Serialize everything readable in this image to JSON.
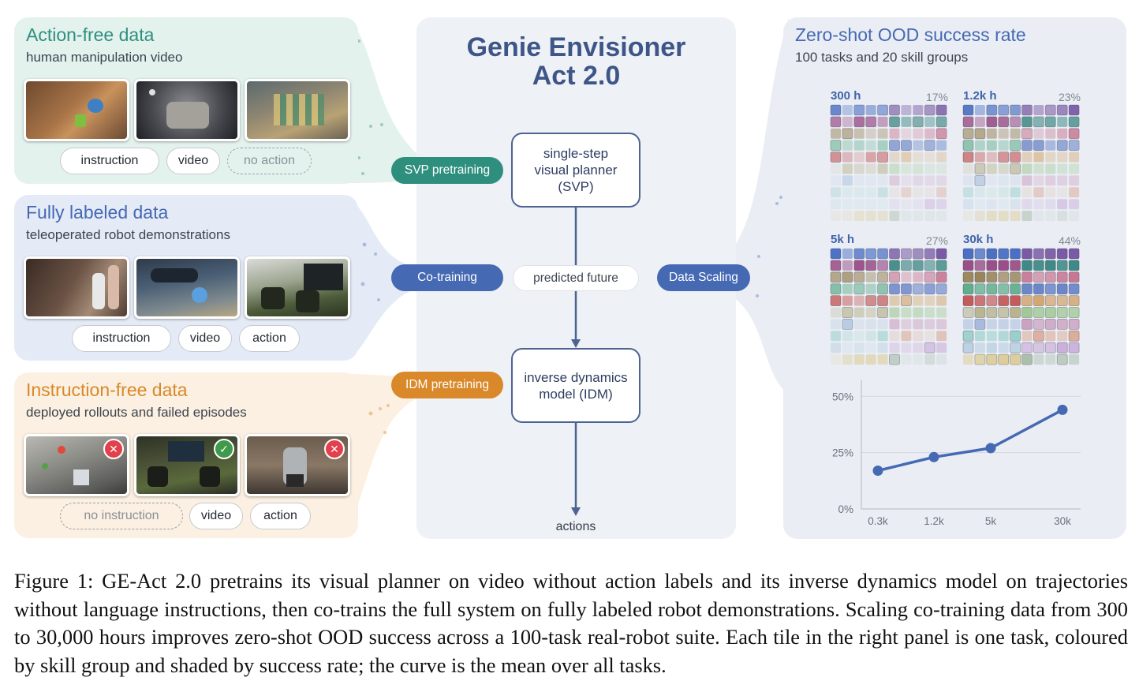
{
  "center": {
    "title_line1": "Genie Envisioner",
    "title_line2": "Act 2.0",
    "svp_lines": [
      "single-step",
      "visual planner",
      "(SVP)"
    ],
    "idm_lines": [
      "inverse dynamics",
      "model (IDM)"
    ],
    "predicted_future": "predicted future",
    "actions": "actions"
  },
  "badges": {
    "svp": "SVP pretraining",
    "cotrain": "Co-training",
    "idm": "IDM pretraining",
    "scaling": "Data Scaling"
  },
  "colors": {
    "green": "#2f8f7f",
    "blue": "#4569b3",
    "orange": "#d9882a",
    "box_border": "#4d6391",
    "fail": "#e2404c",
    "success": "#3f9a4c"
  },
  "panels": [
    {
      "title": "Action-free data",
      "subtitle": "human manipulation video",
      "pills": [
        "instruction",
        "video",
        "no action"
      ],
      "dashed": [
        false,
        false,
        true
      ]
    },
    {
      "title": "Fully labeled data",
      "subtitle": "teleoperated robot demonstrations",
      "pills": [
        "instruction",
        "video",
        "action"
      ],
      "dashed": [
        false,
        false,
        false
      ]
    },
    {
      "title": "Instruction-free data",
      "subtitle": "deployed rollouts and failed episodes",
      "pills": [
        "no instruction",
        "video",
        "action"
      ],
      "dashed": [
        true,
        false,
        false
      ],
      "outcomes": [
        "fail-icon",
        "success-icon",
        "fail-icon"
      ]
    }
  ],
  "right": {
    "title": "Zero-shot OOD success rate",
    "subtitle": "100 tasks and 20 skill groups",
    "heatmaps": [
      {
        "label": "300 h",
        "percent": "17%",
        "rate": 0.17
      },
      {
        "label": "1.2k h",
        "percent": "23%",
        "rate": 0.23
      },
      {
        "label": "5k h",
        "percent": "27%",
        "rate": 0.27
      },
      {
        "label": "30k h",
        "percent": "44%",
        "rate": 0.44
      }
    ]
  },
  "chart_data": {
    "type": "line",
    "x_labels": [
      "0.3k",
      "1.2k",
      "5k",
      "30k"
    ],
    "values": [
      17,
      23,
      27,
      44
    ],
    "y_ticks": [
      "0%",
      "25%",
      "50%"
    ],
    "ylim": [
      0,
      55
    ],
    "grid": true
  },
  "caption": "Figure 1: GE-Act 2.0 pretrains its visual planner on video without action labels and its inverse dynamics model on trajectories without language instructions, then co-trains the full system on fully labeled robot demonstrations. Scaling co-training data from 300 to 30,000 hours improves zero-shot OOD success across a 100-task real-robot suite. Each tile in the right panel is one task, coloured by skill group and shaded by success rate; the curve is the mean over all tasks."
}
